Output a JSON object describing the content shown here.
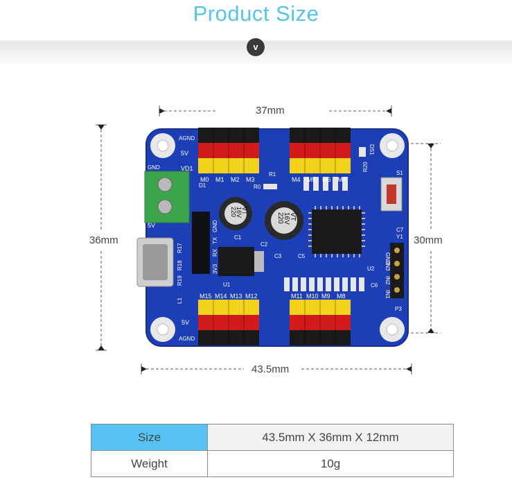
{
  "header": {
    "title": "Product Size",
    "chevron": "v",
    "title_color": "#54c3f1"
  },
  "dimensions": {
    "width_top": "37mm",
    "height_left": "36mm",
    "height_right": "30mm",
    "width_bottom": "43.5mm"
  },
  "board": {
    "color": "#1c3fb8",
    "top_labels": [
      "M0",
      "M1",
      "M2",
      "M3",
      "M4",
      "M5",
      "M6",
      "M7"
    ],
    "bottom_labels": [
      "M15",
      "M14",
      "M13",
      "M12",
      "M11",
      "M10",
      "M9",
      "M8"
    ],
    "pin_labels_left": [
      "AGND",
      "5V",
      "VD1",
      "GND",
      "5V",
      "AGND",
      "5V",
      "AGND"
    ],
    "component_labels": [
      "D1",
      "R1",
      "R0",
      "C1",
      "C2",
      "C3",
      "C5",
      "U1",
      "U2",
      "C6",
      "C7",
      "Y1",
      "S1",
      "DS1",
      "R20",
      "P3",
      "L1",
      "R17",
      "R18",
      "R19",
      "GND",
      "IN1",
      "IN2",
      "IN3",
      "3V3",
      "RX",
      "TX",
      "GND"
    ],
    "cap1": [
      "220",
      "16V",
      "VT"
    ],
    "cap2": [
      "220",
      "16V",
      "VT"
    ]
  },
  "specs": {
    "rows": [
      {
        "key": "Size",
        "value": "43.5mm X 36mm X 12mm"
      },
      {
        "key": "Weight",
        "value": "10g"
      }
    ],
    "accent": "#57c3f3"
  }
}
